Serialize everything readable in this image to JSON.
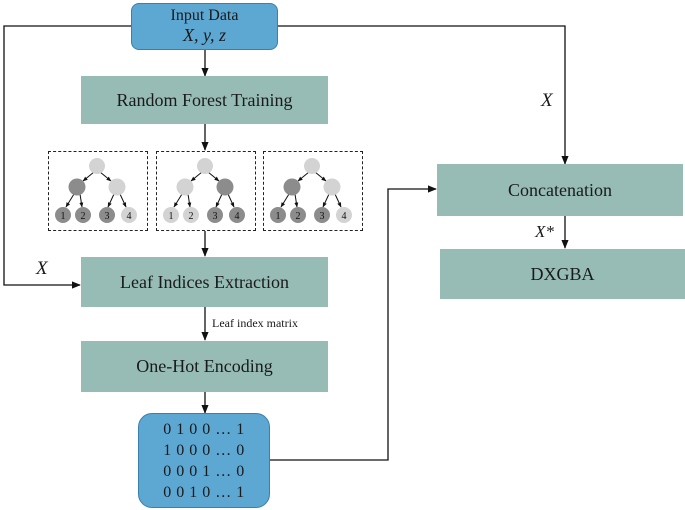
{
  "input": {
    "title": "Input Data",
    "vars": "X, y, z"
  },
  "rf_training": {
    "label": "Random Forest Training"
  },
  "trees": [
    {
      "leaves": [
        "1",
        "2",
        "3",
        "4"
      ],
      "dark_internal": "left"
    },
    {
      "leaves": [
        "1",
        "2",
        "3",
        "4"
      ],
      "dark_internal": "right"
    },
    {
      "leaves": [
        "1",
        "2",
        "3",
        "4"
      ],
      "dark_internal": "left"
    }
  ],
  "leaf_extraction": {
    "label": "Leaf Indices Extraction",
    "input_label": "X"
  },
  "edge_label": "Leaf index matrix",
  "one_hot": {
    "label": "One-Hot Encoding"
  },
  "matrix": {
    "rows": [
      "0 1 0 0 … 1",
      "1 0 0 0 … 0",
      "0 0 0 1 … 0",
      "0 0 1 0 … 1"
    ]
  },
  "concat": {
    "label": "Concatenation",
    "input_label": "X"
  },
  "output_label": "X*",
  "dxgba": {
    "label": "DXGBA"
  },
  "colors": {
    "teal_box": "#97bcb6",
    "blue_box": "#5da7d3",
    "node_dark": "#8c8c8c",
    "node_light": "#d3d3d3"
  }
}
